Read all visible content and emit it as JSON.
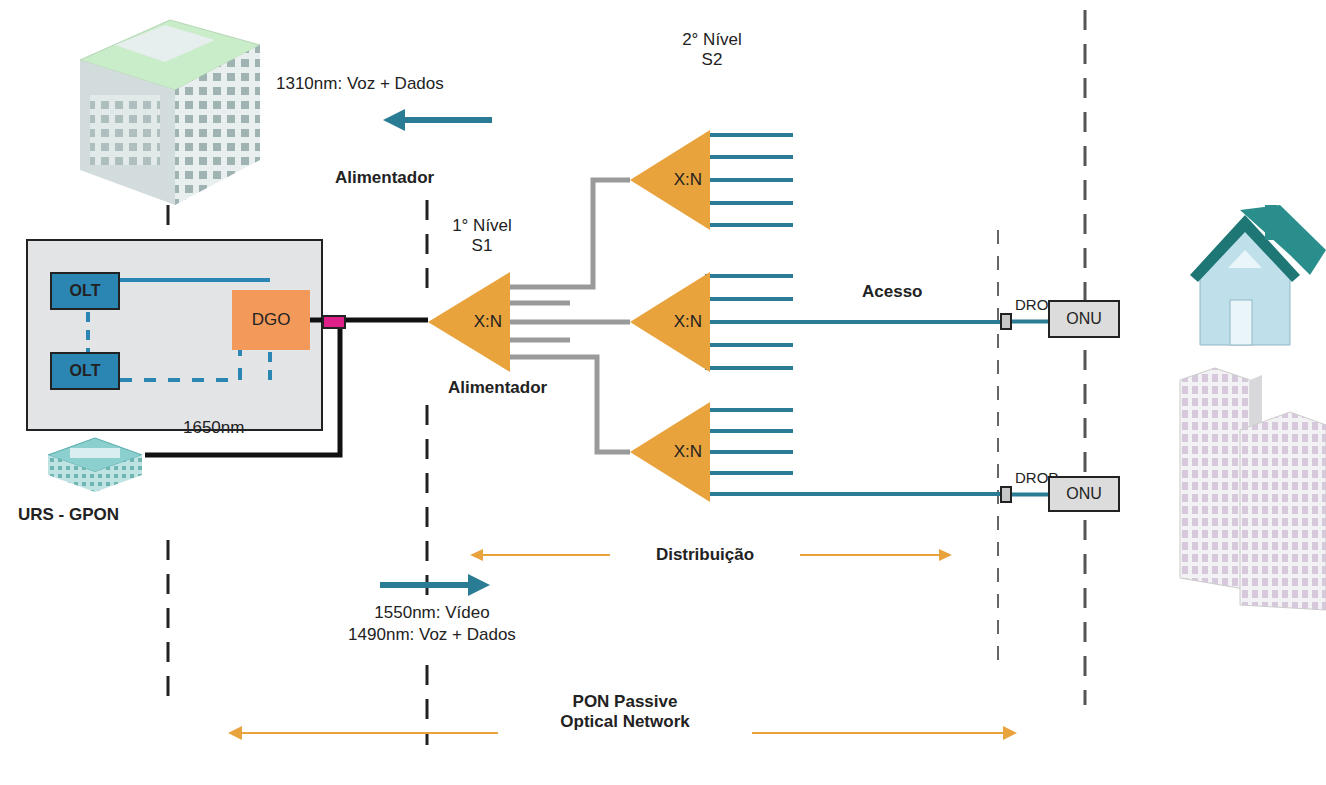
{
  "diagram": {
    "nodes": [
      {
        "text": [
          "OLT"
        ]
      },
      {
        "text": [
          "OLT"
        ]
      },
      {
        "text": [
          "DGO"
        ]
      },
      {
        "text": [
          "X:N"
        ]
      },
      {
        "text": [
          "X:N"
        ]
      },
      {
        "text": [
          "X:N"
        ]
      },
      {
        "text": [
          "X:N"
        ]
      },
      {
        "text": [
          "DROP"
        ]
      },
      {
        "text": [
          "ONU"
        ]
      },
      {
        "text": [
          "DROP"
        ]
      },
      {
        "text": [
          "ONU"
        ]
      }
    ],
    "edges": [
      {
        "from": 2,
        "to": 3,
        "arrow": "none"
      },
      {
        "from": 3,
        "to": 4,
        "arrow": "none"
      },
      {
        "from": 3,
        "to": 5,
        "arrow": "none"
      },
      {
        "from": 3,
        "to": 6,
        "arrow": "none"
      },
      {
        "from": 5,
        "to": 7,
        "label": "Acesso",
        "arrow": "none"
      },
      {
        "from": 7,
        "to": 8,
        "arrow": "none"
      },
      {
        "from": 6,
        "to": 9,
        "arrow": "none"
      },
      {
        "from": 9,
        "to": 10,
        "arrow": "none"
      }
    ],
    "labels": [
      "1310nm: Voz + Dados",
      "2° Nível S2",
      "Alimentador",
      "1° Nível S1",
      "Alimentador",
      "1650nm",
      "URS - GPON",
      "Distribuição",
      "1550nm: Vídeo",
      "1490nm: Voz + Dados",
      "PON Passive Optical Network"
    ]
  }
}
